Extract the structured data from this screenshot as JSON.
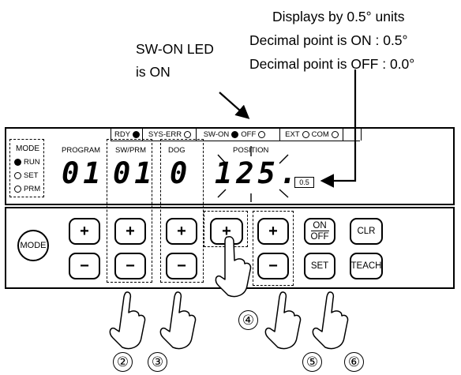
{
  "notes": {
    "units_line1": "Displays by 0.5° units",
    "units_line2": "Decimal point is ON : 0.5°",
    "units_line3": "Decimal point is OFF : 0.0°",
    "swon_line1": "SW-ON LED",
    "swon_line2": "is ON"
  },
  "status_strip": {
    "rdy": "RDY",
    "syserr": "SYS-ERR",
    "swon": "SW-ON",
    "off": "OFF",
    "ext": "EXT",
    "com": "COM"
  },
  "display": {
    "mode_title": "MODE",
    "mode_run": "RUN",
    "mode_set": "SET",
    "mode_prm": "PRM",
    "program_label": "PROGRAM",
    "swprm_label": "SW/PRM",
    "dog_label": "DOG",
    "position_label": "POSITION",
    "program_value": "01",
    "swprm_value": "01",
    "dog_value": "0",
    "position_value": "125.",
    "unit_badge": "0.5"
  },
  "buttons": {
    "mode": "MODE",
    "plus": "+",
    "minus": "−",
    "onoff_on": "ON",
    "onoff_off": "OFF",
    "clr": "CLR",
    "set": "SET",
    "teach": "TEACH"
  },
  "callouts": [
    "②",
    "③",
    "④",
    "⑤",
    "⑥"
  ]
}
